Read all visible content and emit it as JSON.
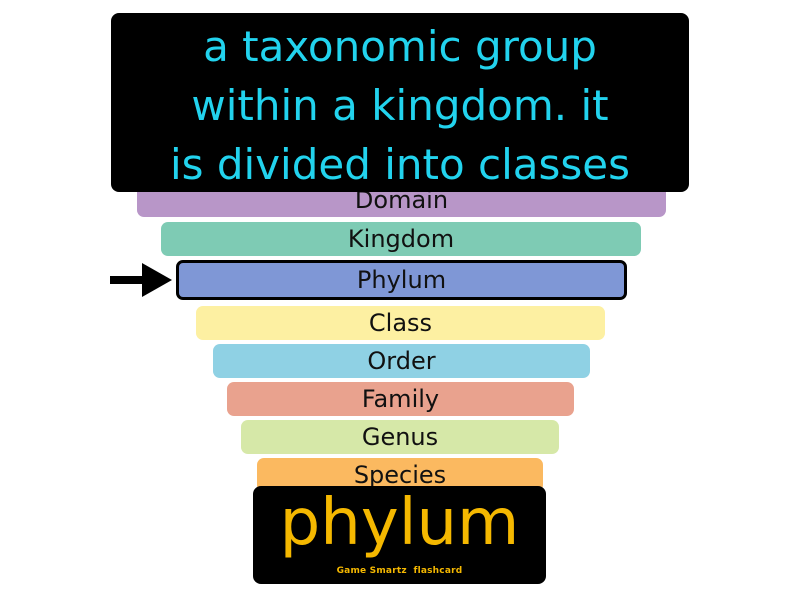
{
  "definition": {
    "lines": [
      "a taxonomic group",
      "within a kingdom. it",
      "is divided into classes"
    ],
    "text_color": "#22d3ee"
  },
  "ranks": [
    {
      "label": "Domain",
      "color": "#b896c8",
      "highlighted": false
    },
    {
      "label": "Kingdom",
      "color": "#7ecbb4",
      "highlighted": false
    },
    {
      "label": "Phylum",
      "color": "#7f97d6",
      "highlighted": true
    },
    {
      "label": "Class",
      "color": "#fdf0a2",
      "highlighted": false
    },
    {
      "label": "Order",
      "color": "#8fd1e4",
      "highlighted": false
    },
    {
      "label": "Family",
      "color": "#e9a28e",
      "highlighted": false
    },
    {
      "label": "Genus",
      "color": "#d6e8a8",
      "highlighted": false
    },
    {
      "label": "Species",
      "color": "#fbb960",
      "highlighted": false
    }
  ],
  "pointer": {
    "icon": "arrow-right-icon",
    "target": "Phylum"
  },
  "term": {
    "word": "phylum",
    "text_color": "#f5b800"
  },
  "credit": "Game Smartz  flashcard"
}
